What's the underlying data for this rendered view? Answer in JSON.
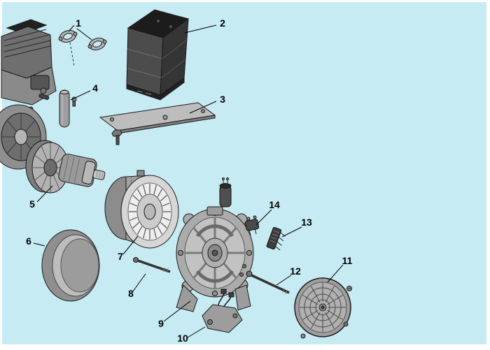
{
  "diagram": {
    "kind": "exploded-parts-diagram",
    "background_color": "#c7ebf3",
    "page_color": "#ffffff",
    "outline_color": "#1a1a1a",
    "callout_labels": [
      "1",
      "2",
      "3",
      "4",
      "5",
      "6",
      "7",
      "8",
      "9",
      "10",
      "11",
      "12",
      "13",
      "14"
    ]
  }
}
